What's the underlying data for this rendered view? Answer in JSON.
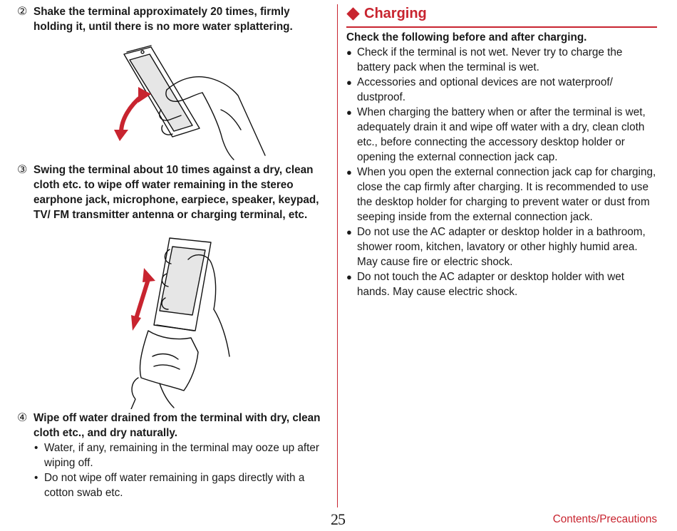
{
  "left": {
    "steps": [
      {
        "number": "②",
        "text": "Shake the terminal approximately 20 times, firmly holding it, until there is no more water splattering."
      },
      {
        "number": "③",
        "text": "Swing the terminal about 10 times against a dry, clean cloth etc. to wipe off water remaining in the stereo earphone jack, microphone, earpiece, speaker, keypad, TV/ FM transmitter antenna or charging terminal, etc."
      },
      {
        "number": "④",
        "text": "Wipe off water drained from the terminal with dry, clean cloth etc., and dry naturally."
      }
    ],
    "sub_bullets": [
      "Water, if any, remaining in the terminal may ooze up after wiping off.",
      "Do not wipe off water remaining in gaps directly with a cotton swab etc."
    ]
  },
  "right": {
    "section_title": "Charging",
    "intro": "Check the following before and after charging.",
    "items": [
      "Check if the terminal is not wet. Never try to charge the battery pack when the terminal is wet.",
      "Accessories and optional devices are not waterproof/ dustproof.",
      "When charging the battery when or after the terminal is wet, adequately drain it and wipe off water with a dry, clean cloth etc., before connecting the accessory desktop holder or opening the external connection jack cap.",
      "When you open the external connection jack cap for charging, close the cap firmly after charging. It is recommended to use the desktop holder for charging to prevent water or dust from seeping inside from the external connection jack.",
      "Do not use the AC adapter or desktop holder in a bathroom, shower room, kitchen, lavatory or other highly humid area. May cause fire or electric shock.",
      "Do not touch the AC adapter or desktop holder with wet hands. May cause electric shock."
    ]
  },
  "footer": {
    "page_number": "25",
    "link": "Contents/Precautions"
  },
  "colors": {
    "accent": "#c8242f",
    "text": "#1a1a1a"
  },
  "icons": {
    "section_marker": "diamond-icon",
    "bullet": "bullet-dot-icon"
  }
}
